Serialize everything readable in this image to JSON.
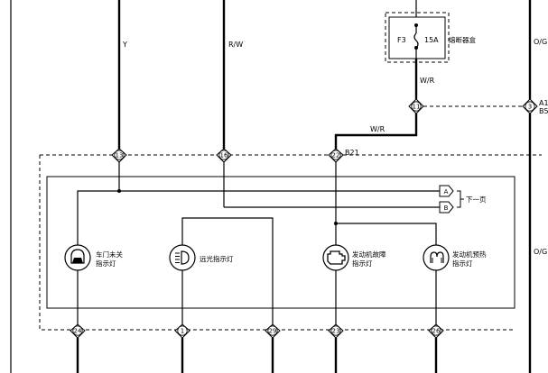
{
  "wire_colors": {
    "y": "Y",
    "rw": "R/W",
    "wr_upper": "W/R",
    "wr_lower": "W/R",
    "og_upper": "O/G",
    "og_lower": "O/G"
  },
  "fuse_box": {
    "id": "F3",
    "rating": "15A",
    "label": "熔断器盒"
  },
  "connector_right": {
    "line1": "A1",
    "line2": "B5",
    "pin": "3"
  },
  "splice_pin": "11",
  "connector_b21": "B21",
  "top_pins": [
    "13",
    "16",
    "22"
  ],
  "bottom_pins": [
    "24",
    "1",
    "29",
    "23",
    "26"
  ],
  "next_page": {
    "a": "A",
    "b": "B",
    "label": "下一页"
  },
  "lamps": [
    {
      "icon": "door-open",
      "line1": "车门未关",
      "line2": "指示灯"
    },
    {
      "icon": "high-beam",
      "line1": "远光指示灯",
      "line2": ""
    },
    {
      "icon": "engine-fault",
      "line1": "发动机故障",
      "line2": "指示灯"
    },
    {
      "icon": "glow-plug",
      "line1": "发动机预热",
      "line2": "指示灯"
    }
  ]
}
